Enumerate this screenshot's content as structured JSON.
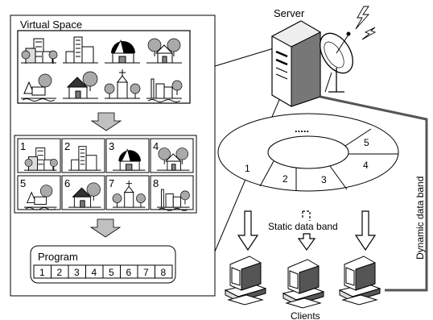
{
  "virtual_space": {
    "title": "Virtual Space"
  },
  "numbered_scenes": [
    "1",
    "2",
    "3",
    "4",
    "5",
    "6",
    "7",
    "8"
  ],
  "program": {
    "title": "Program",
    "cells": [
      "1",
      "2",
      "3",
      "4",
      "5",
      "6",
      "7",
      "8"
    ]
  },
  "server": {
    "label": "Server"
  },
  "ring": {
    "segments": [
      "1",
      "2",
      "3",
      "4",
      "5"
    ],
    "ellipsis": "....."
  },
  "bands": {
    "static": "Static data band",
    "dynamic": "Dynamic data band"
  },
  "clients": {
    "label": "Clients"
  },
  "icons": {
    "scenes": [
      "office-buildings-icon",
      "city-block-icon",
      "observatory-dome-icon",
      "house-with-trees-icon",
      "lakeside-house-icon",
      "farmhouse-icon",
      "church-icon",
      "factory-town-icon"
    ],
    "server": "server-tower-icon",
    "antenna": "satellite-dish-icon",
    "client": "desktop-computer-icon"
  }
}
